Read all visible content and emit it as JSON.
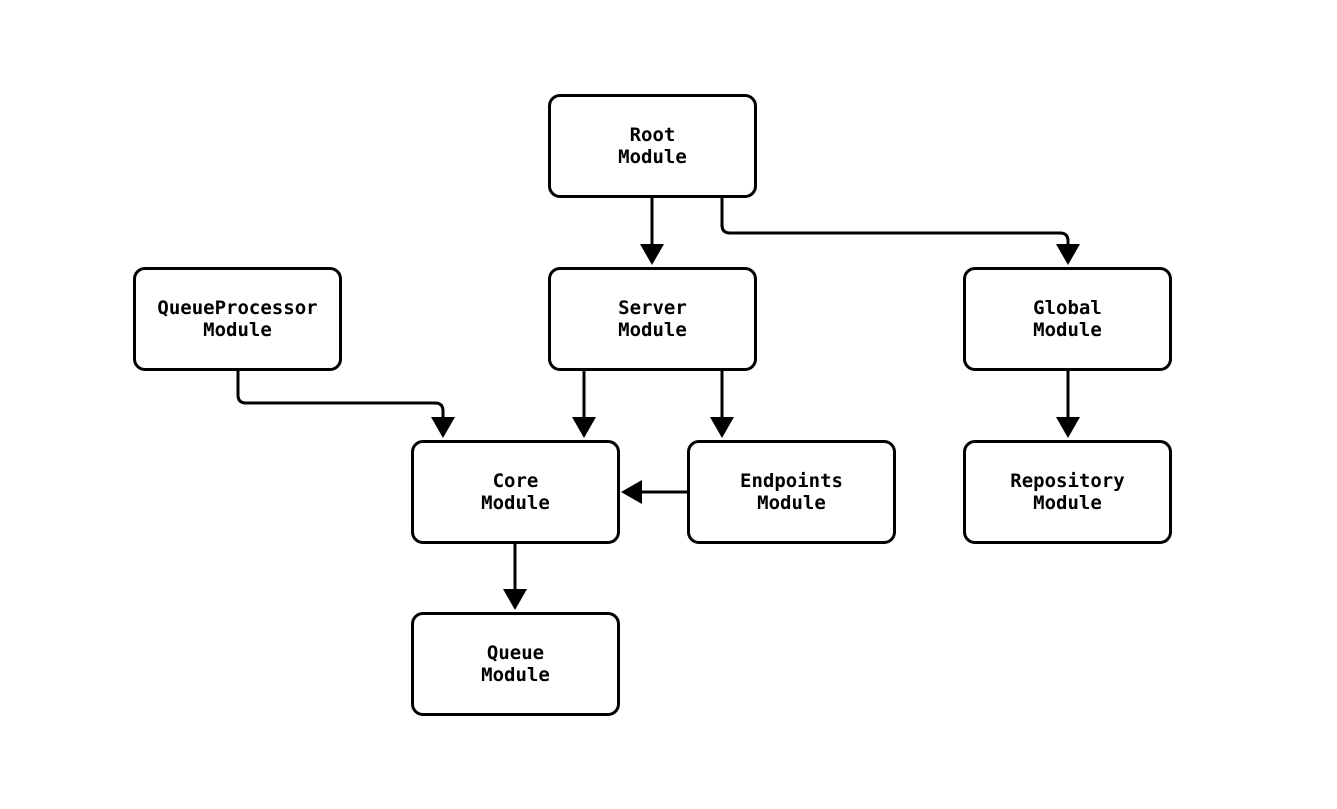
{
  "diagram": {
    "type": "module-dependency-graph",
    "background_color": "#ffffff",
    "stroke_color": "#000000",
    "nodes": {
      "root": {
        "label": "Root\nModule"
      },
      "server": {
        "label": "Server\nModule"
      },
      "queue_processor": {
        "label": "QueueProcessor\nModule"
      },
      "global": {
        "label": "Global\nModule"
      },
      "core": {
        "label": "Core\nModule"
      },
      "endpoints": {
        "label": "Endpoints\nModule"
      },
      "repository": {
        "label": "Repository\nModule"
      },
      "queue": {
        "label": "Queue\nModule"
      }
    },
    "edges": [
      {
        "from": "root",
        "to": "server"
      },
      {
        "from": "root",
        "to": "global"
      },
      {
        "from": "queue_processor",
        "to": "core"
      },
      {
        "from": "server",
        "to": "core"
      },
      {
        "from": "server",
        "to": "endpoints"
      },
      {
        "from": "endpoints",
        "to": "core"
      },
      {
        "from": "global",
        "to": "repository"
      },
      {
        "from": "core",
        "to": "queue"
      }
    ]
  }
}
